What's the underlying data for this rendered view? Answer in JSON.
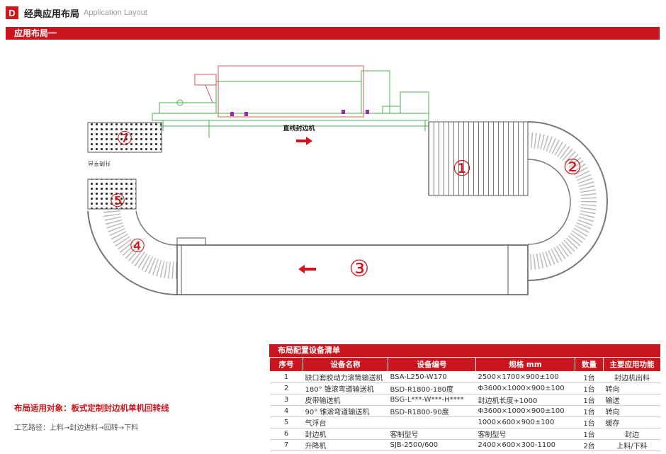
{
  "header": {
    "logo_letter": "D",
    "title_cn": "经典应用布局",
    "title_en": "Application Layout"
  },
  "section": {
    "title": "应用布局一"
  },
  "diagram": {
    "label_machine": "直线封边机",
    "label_lift": "升降平台",
    "zone_numbers": [
      "⑦",
      "①",
      "②",
      "⑤",
      "④",
      "③"
    ],
    "colors": {
      "accent": "#d0141d",
      "machine_line": "#4caf50",
      "frame_line": "#8a8a8a"
    }
  },
  "equipment_table": {
    "title": "布局配置设备清单",
    "headers": [
      "序号",
      "设备名称",
      "设备编号",
      "规格 mm",
      "数量",
      "主要应用功能"
    ],
    "rows": [
      [
        "1",
        "缺口套胶动力滚筒输送机",
        "BSA-L250-W170",
        "2500×1700×900±100",
        "1台",
        "封边机出料"
      ],
      [
        "2",
        "180° 锥滚弯道输送机",
        "BSD-R1800-180度",
        "Φ3600×1000×900±100",
        "1台",
        "转向"
      ],
      [
        "3",
        "皮带输送机",
        "BSG-L***-W***-H****",
        "封边机长度+1000",
        "1台",
        "输送"
      ],
      [
        "4",
        "90° 锥滚弯道输送机",
        "BSD-R1800-90度",
        "Φ3600×1000×900±100",
        "1台",
        "转向"
      ],
      [
        "5",
        "气浮台",
        "",
        "1000×600×900±100",
        "1台",
        "缓存"
      ],
      [
        "6",
        "封边机",
        "客制型号",
        "客制型号",
        "1台",
        "封边"
      ],
      [
        "7",
        "升降机",
        "SJB-2500/600",
        "2400×600×300-1100",
        "2台",
        "上料/下料"
      ]
    ]
  },
  "applies_to": "布局适用对象：板式定制封边机单机回转线",
  "process_route": "工艺路径：上料→封边进料→回转→下料"
}
